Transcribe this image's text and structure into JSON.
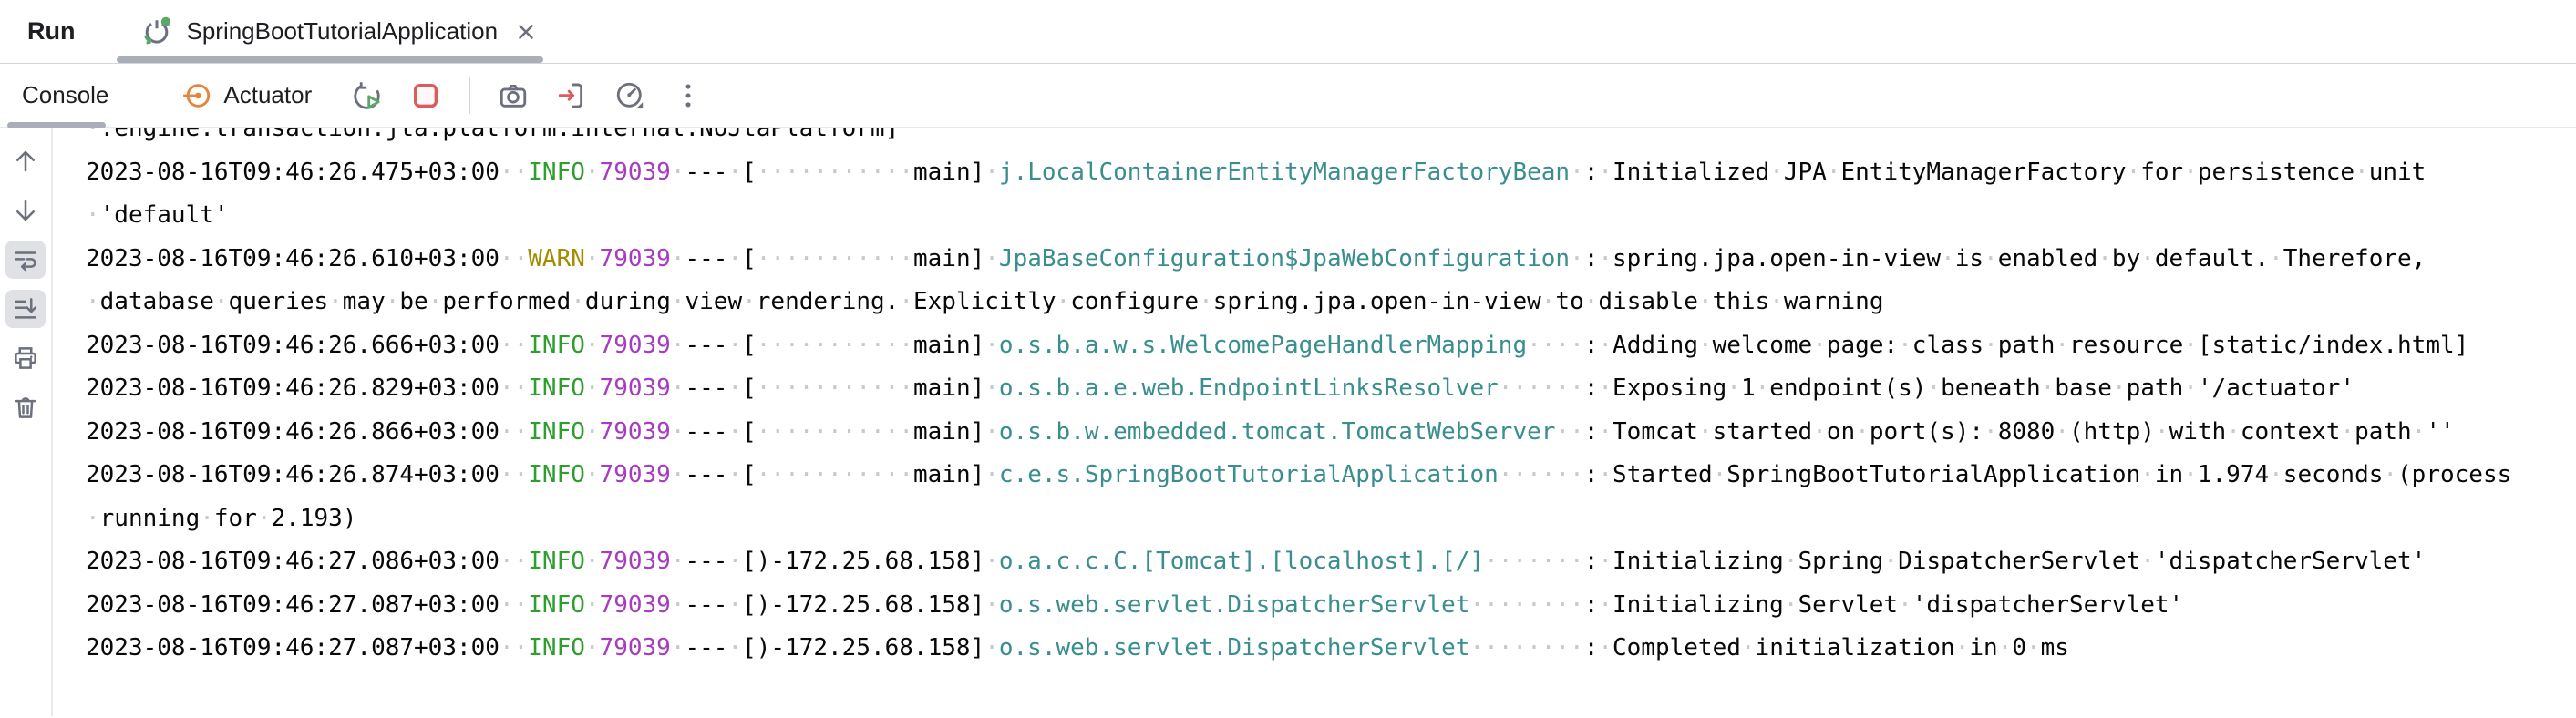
{
  "header": {
    "run_label": "Run",
    "tab": {
      "title": "SpringBootTutorialApplication",
      "selected": true,
      "running": true,
      "close_glyph": "✕"
    }
  },
  "toolbar": {
    "tabs": [
      {
        "label": "Console",
        "selected": true
      },
      {
        "label": "Actuator",
        "icon": "actuator-icon",
        "selected": false
      }
    ],
    "actions": [
      {
        "name": "rerun-button",
        "icon": "rerun-icon"
      },
      {
        "name": "stop-button",
        "icon": "stop-icon"
      },
      {
        "name": "thread-dump-button",
        "icon": "camera-icon"
      },
      {
        "name": "exit-button",
        "icon": "exit-icon"
      },
      {
        "name": "endpoints-button",
        "icon": "gauge-icon",
        "has_dropdown": true
      },
      {
        "name": "more-button",
        "icon": "kebab-icon"
      }
    ]
  },
  "gutter": {
    "items": [
      {
        "name": "scroll-up",
        "icon": "arrow-up-icon",
        "active": false
      },
      {
        "name": "scroll-down",
        "icon": "arrow-down-icon",
        "active": false
      },
      {
        "name": "soft-wrap",
        "icon": "soft-wrap-icon",
        "active": true
      },
      {
        "name": "scroll-to-end",
        "icon": "scroll-end-icon",
        "active": true
      },
      {
        "name": "print",
        "icon": "printer-icon",
        "active": false
      },
      {
        "name": "clear-all",
        "icon": "trash-icon",
        "active": false
      }
    ]
  },
  "console": {
    "rows": [
      {
        "segments": [
          {
            "c": "plain",
            "t": " .engine.transaction.jta.platform.internal.NoJtaPlatform]"
          }
        ]
      },
      {
        "segments": [
          {
            "c": "time",
            "t": "2023-08-16T09:46:26.475+03:00"
          },
          {
            "c": "plain",
            "t": "  "
          },
          {
            "c": "info",
            "t": "INFO"
          },
          {
            "c": "plain",
            "t": " "
          },
          {
            "c": "pid",
            "t": "79039"
          },
          {
            "c": "plain",
            "t": " --- [           main] "
          },
          {
            "c": "logger",
            "t": "j.LocalContainerEntityManagerFactoryBean"
          },
          {
            "c": "plain",
            "t": " : Initialized JPA EntityManagerFactory for persistence unit"
          }
        ]
      },
      {
        "segments": [
          {
            "c": "plain",
            "t": " 'default'"
          }
        ]
      },
      {
        "segments": [
          {
            "c": "time",
            "t": "2023-08-16T09:46:26.610+03:00"
          },
          {
            "c": "plain",
            "t": "  "
          },
          {
            "c": "warn",
            "t": "WARN"
          },
          {
            "c": "plain",
            "t": " "
          },
          {
            "c": "pid",
            "t": "79039"
          },
          {
            "c": "plain",
            "t": " --- [           main] "
          },
          {
            "c": "logger",
            "t": "JpaBaseConfiguration$JpaWebConfiguration"
          },
          {
            "c": "plain",
            "t": " : spring.jpa.open-in-view is enabled by default. Therefore,"
          }
        ]
      },
      {
        "segments": [
          {
            "c": "plain",
            "t": " database queries may be performed during view rendering. Explicitly configure spring.jpa.open-in-view to disable this warning"
          }
        ]
      },
      {
        "segments": [
          {
            "c": "time",
            "t": "2023-08-16T09:46:26.666+03:00"
          },
          {
            "c": "plain",
            "t": "  "
          },
          {
            "c": "info",
            "t": "INFO"
          },
          {
            "c": "plain",
            "t": " "
          },
          {
            "c": "pid",
            "t": "79039"
          },
          {
            "c": "plain",
            "t": " --- [           main] "
          },
          {
            "c": "logger",
            "t": "o.s.b.a.w.s.WelcomePageHandlerMapping"
          },
          {
            "c": "plain",
            "t": "    : Adding welcome page: class path resource [static/index.html]"
          }
        ]
      },
      {
        "segments": [
          {
            "c": "time",
            "t": "2023-08-16T09:46:26.829+03:00"
          },
          {
            "c": "plain",
            "t": "  "
          },
          {
            "c": "info",
            "t": "INFO"
          },
          {
            "c": "plain",
            "t": " "
          },
          {
            "c": "pid",
            "t": "79039"
          },
          {
            "c": "plain",
            "t": " --- [           main] "
          },
          {
            "c": "logger",
            "t": "o.s.b.a.e.web.EndpointLinksResolver"
          },
          {
            "c": "plain",
            "t": "      : Exposing 1 endpoint(s) beneath base path '/actuator'"
          }
        ]
      },
      {
        "segments": [
          {
            "c": "time",
            "t": "2023-08-16T09:46:26.866+03:00"
          },
          {
            "c": "plain",
            "t": "  "
          },
          {
            "c": "info",
            "t": "INFO"
          },
          {
            "c": "plain",
            "t": " "
          },
          {
            "c": "pid",
            "t": "79039"
          },
          {
            "c": "plain",
            "t": " --- [           main] "
          },
          {
            "c": "logger",
            "t": "o.s.b.w.embedded.tomcat.TomcatWebServer"
          },
          {
            "c": "plain",
            "t": "  : Tomcat started on port(s): 8080 (http) with context path ''"
          }
        ]
      },
      {
        "segments": [
          {
            "c": "time",
            "t": "2023-08-16T09:46:26.874+03:00"
          },
          {
            "c": "plain",
            "t": "  "
          },
          {
            "c": "info",
            "t": "INFO"
          },
          {
            "c": "plain",
            "t": " "
          },
          {
            "c": "pid",
            "t": "79039"
          },
          {
            "c": "plain",
            "t": " --- [           main] "
          },
          {
            "c": "logger",
            "t": "c.e.s.SpringBootTutorialApplication"
          },
          {
            "c": "plain",
            "t": "      : Started SpringBootTutorialApplication in 1.974 seconds (process"
          }
        ]
      },
      {
        "segments": [
          {
            "c": "plain",
            "t": " running for 2.193)"
          }
        ]
      },
      {
        "segments": [
          {
            "c": "time",
            "t": "2023-08-16T09:46:27.086+03:00"
          },
          {
            "c": "plain",
            "t": "  "
          },
          {
            "c": "info",
            "t": "INFO"
          },
          {
            "c": "plain",
            "t": " "
          },
          {
            "c": "pid",
            "t": "79039"
          },
          {
            "c": "plain",
            "t": " --- [)-172.25.68.158] "
          },
          {
            "c": "logger",
            "t": "o.a.c.c.C.[Tomcat].[localhost].[/]"
          },
          {
            "c": "plain",
            "t": "       : Initializing Spring DispatcherServlet 'dispatcherServlet'"
          }
        ]
      },
      {
        "segments": [
          {
            "c": "time",
            "t": "2023-08-16T09:46:27.087+03:00"
          },
          {
            "c": "plain",
            "t": "  "
          },
          {
            "c": "info",
            "t": "INFO"
          },
          {
            "c": "plain",
            "t": " "
          },
          {
            "c": "pid",
            "t": "79039"
          },
          {
            "c": "plain",
            "t": " --- [)-172.25.68.158] "
          },
          {
            "c": "logger",
            "t": "o.s.web.servlet.DispatcherServlet"
          },
          {
            "c": "plain",
            "t": "        : Initializing Servlet 'dispatcherServlet'"
          }
        ]
      },
      {
        "segments": [
          {
            "c": "time",
            "t": "2023-08-16T09:46:27.087+03:00"
          },
          {
            "c": "plain",
            "t": "  "
          },
          {
            "c": "info",
            "t": "INFO"
          },
          {
            "c": "plain",
            "t": " "
          },
          {
            "c": "pid",
            "t": "79039"
          },
          {
            "c": "plain",
            "t": " --- [)-172.25.68.158] "
          },
          {
            "c": "logger",
            "t": "o.s.web.servlet.DispatcherServlet"
          },
          {
            "c": "plain",
            "t": "        : Completed initialization in 0 ms"
          }
        ]
      }
    ]
  },
  "colors": {
    "text": "#080808",
    "info": "#2E9F2E",
    "warn": "#A68A00",
    "pid": "#A73CC0",
    "logger": "#3A8E8E",
    "ws": "#C6C9CD",
    "icon": "#6C707E",
    "red": "#DB5C5C",
    "green": "#59A869",
    "orange": "#E8833A",
    "underline": "#A9AEB8",
    "border": "#D3D5DB",
    "active-bg": "#DFE1E5"
  }
}
